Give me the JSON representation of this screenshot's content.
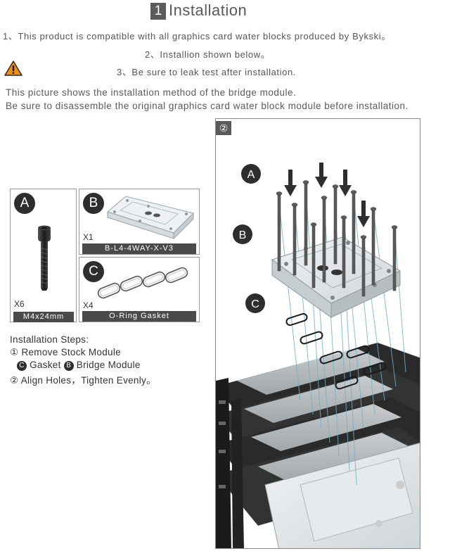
{
  "header": {
    "number": "1",
    "title": "Installation"
  },
  "notes": [
    "1、This product is compatible with all graphics card water blocks produced by Bykski。",
    "2、Installion shown below。",
    "3、Be sure to leak test after installation."
  ],
  "description": [
    "This picture shows the installation method of the bridge module.",
    "Be sure to disassemble the original graphics card water block module before installation."
  ],
  "parts": {
    "a": {
      "letter": "A",
      "qty": "X6",
      "caption": "M4x24mm"
    },
    "b": {
      "letter": "B",
      "qty": "X1",
      "caption": "B-L4-4WAY-X-V3"
    },
    "c": {
      "letter": "C",
      "qty": "X4",
      "caption": "O-Ring Gasket"
    }
  },
  "steps": {
    "title": "Installation Steps:",
    "step1": "① Remove Stock Module",
    "step1_c": "C",
    "step1_gasket": "Gasket",
    "step1_b": "B",
    "step1_bridge": "Bridge Module",
    "step2": "② Align Holes，Tighten Evenly。"
  },
  "diagram": {
    "number": "②",
    "labels": [
      "A",
      "B",
      "C"
    ]
  },
  "colors": {
    "dark": "#2e2e2e",
    "bar": "#4a4a4a",
    "warning": "#e8901c",
    "guide": "#6fb1c9"
  }
}
